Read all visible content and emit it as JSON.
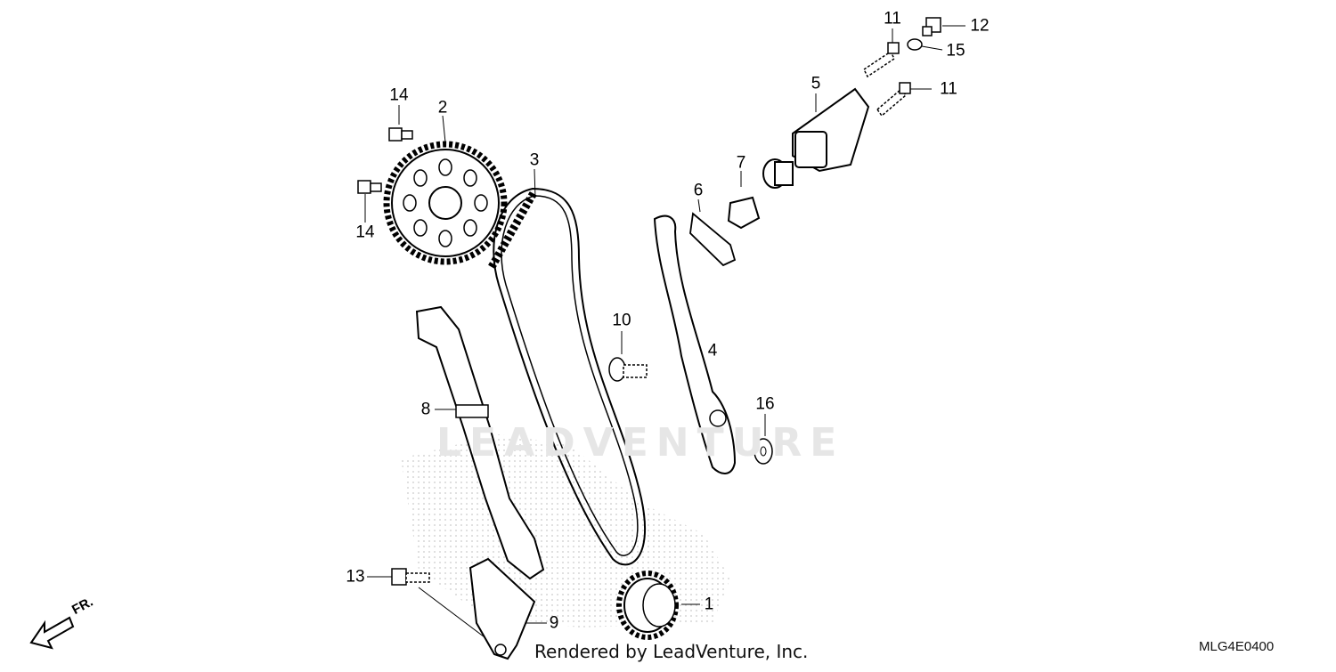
{
  "diagram": {
    "callouts": [
      {
        "id": "c1",
        "text": "1"
      },
      {
        "id": "c2",
        "text": "2"
      },
      {
        "id": "c3",
        "text": "3"
      },
      {
        "id": "c4",
        "text": "4"
      },
      {
        "id": "c5",
        "text": "5"
      },
      {
        "id": "c6",
        "text": "6"
      },
      {
        "id": "c7",
        "text": "7"
      },
      {
        "id": "c8",
        "text": "8"
      },
      {
        "id": "c9",
        "text": "9"
      },
      {
        "id": "c10",
        "text": "10"
      },
      {
        "id": "c11a",
        "text": "11"
      },
      {
        "id": "c11b",
        "text": "11"
      },
      {
        "id": "c12",
        "text": "12"
      },
      {
        "id": "c13",
        "text": "13"
      },
      {
        "id": "c14a",
        "text": "14"
      },
      {
        "id": "c14b",
        "text": "14"
      },
      {
        "id": "c15",
        "text": "15"
      },
      {
        "id": "c16",
        "text": "16"
      }
    ],
    "caption": "Rendered by LeadVenture, Inc.",
    "diagram_code": "MLG4E0400",
    "direction_label": "FR.",
    "watermark": "LEADVENTURE"
  }
}
